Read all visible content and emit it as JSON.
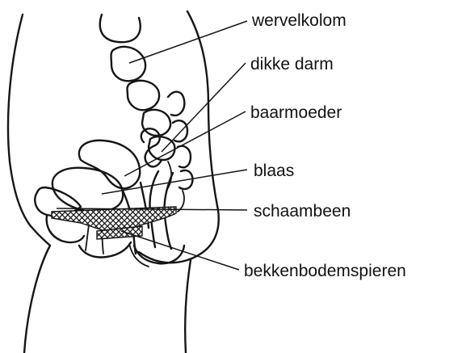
{
  "labels": {
    "spine": "wervelkolom",
    "colon": "dikke darm",
    "uterus": "baarmoeder",
    "bladder": "blaas",
    "pubic_bone": "schaambeen",
    "pelvic_floor": "bekkenbodemspieren"
  },
  "colors": {
    "ink": "#151515",
    "background": "#ffffff"
  }
}
